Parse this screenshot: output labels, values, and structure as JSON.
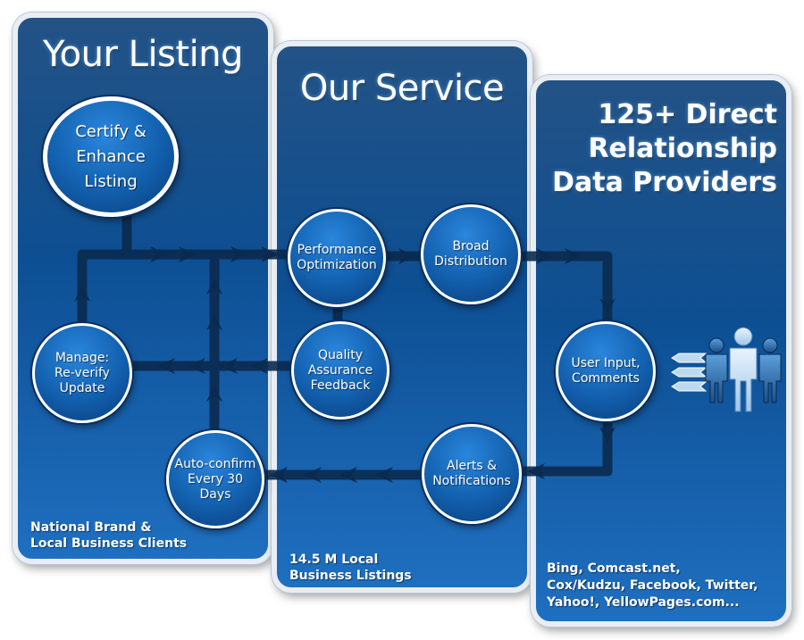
{
  "panels": [
    {
      "title_lines": [
        "Your Listing"
      ],
      "footer_lines": [
        "National Brand &",
        "Local Business Clients"
      ]
    },
    {
      "title_lines": [
        "Our Service"
      ],
      "footer_lines": [
        "14.5 M Local",
        "Business Listings"
      ]
    },
    {
      "title_lines": [
        "125+ Direct",
        "Relationship",
        "Data Providers"
      ],
      "footer_lines": [
        "Bing, Comcast.net,",
        "Cox/Kudzu, Facebook, Twitter,",
        "Yahoo!, YellowPages.com..."
      ]
    }
  ],
  "nodes": {
    "certify": [
      "Certify &",
      "Enhance",
      "Listing"
    ],
    "performance": [
      "Performance",
      "Optimization"
    ],
    "broad": [
      "Broad",
      "Distribution"
    ],
    "quality": [
      "Quality",
      "Assurance",
      "Feedback"
    ],
    "manage": [
      "Manage:",
      "Re-verify",
      "Update"
    ],
    "autoconfirm": [
      "Auto-confirm",
      "Every 30",
      "Days"
    ],
    "alerts": [
      "Alerts &",
      "Notifications"
    ],
    "userinput": [
      "User Input,",
      "Comments"
    ]
  },
  "colors": {
    "panel_dark": "#0a3f78",
    "panel_light": "#1f6fc0",
    "arrow": "#0b2a4f",
    "node_fill": "#125fad",
    "text": "#ffffff"
  },
  "icons": {
    "people": "people-group-icon",
    "arrow": "chevron-arrow-icon"
  }
}
